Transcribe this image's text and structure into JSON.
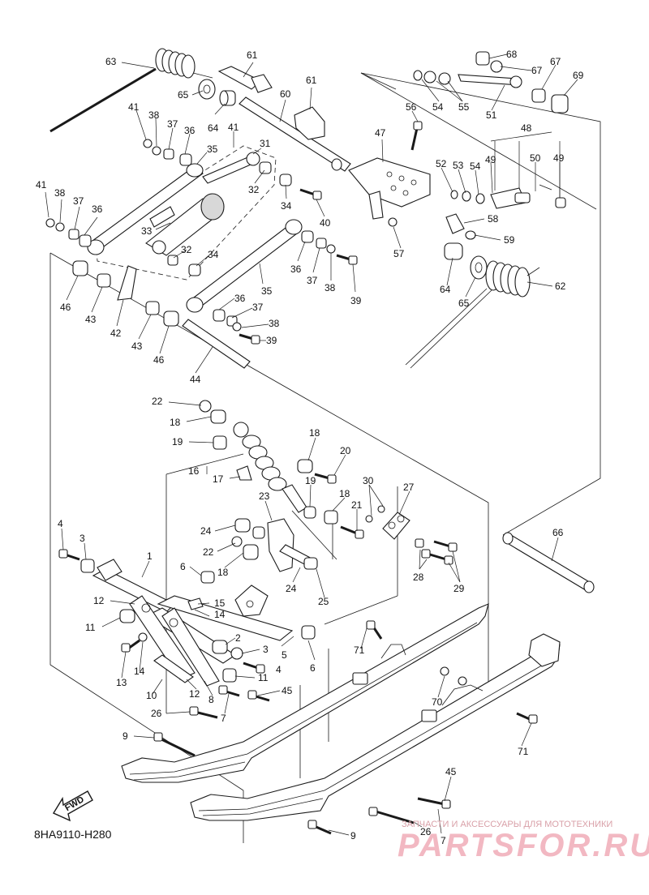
{
  "diagram_code": "8HA9110-H280",
  "fwd_label": "FWD",
  "watermark": {
    "tagline": "ЗАПЧАСТИ И АКСЕССУАРЫ ДЛЯ МОТОТЕХНИКИ",
    "logo": "PARTSFOR.RU"
  },
  "callouts": {
    "c63": "63",
    "c61a": "61",
    "c61b": "61",
    "c65a": "65",
    "c64a": "64",
    "c60": "60",
    "c41a": "41",
    "c38a": "38",
    "c37a": "37",
    "c36a": "36",
    "c35a": "35",
    "c41b": "41",
    "c31": "31",
    "c32a": "32",
    "c34a": "34",
    "c40": "40",
    "c41c": "41",
    "c38b": "38",
    "c37b": "37",
    "c36b": "36",
    "c33": "33",
    "c32b": "32",
    "c34b": "34",
    "c46a": "46",
    "c43a": "43",
    "c42": "42",
    "c43b": "43",
    "c46b": "46",
    "c44": "44",
    "c35b": "35",
    "c36c": "36",
    "c37c": "37",
    "c38c": "38",
    "c39a": "39",
    "c36d": "36",
    "c37d": "37",
    "c38d": "38",
    "c39b": "39",
    "c68": "68",
    "c67a": "67",
    "c67b": "67",
    "c69": "69",
    "c54a": "54",
    "c55": "55",
    "c51": "51",
    "c56": "56",
    "c47": "47",
    "c48": "48",
    "c52": "52",
    "c53": "53",
    "c54b": "54",
    "c49a": "49",
    "c50": "50",
    "c49b": "49",
    "c58": "58",
    "c59": "59",
    "c57": "57",
    "c64b": "64",
    "c65b": "65",
    "c62": "62",
    "c22a": "22",
    "c18a": "18",
    "c19a": "19",
    "c16": "16",
    "c17": "17",
    "c18b": "18",
    "c20": "20",
    "c19b": "19",
    "c18c": "18",
    "c21": "21",
    "c30": "30",
    "c27": "27",
    "c23": "23",
    "c24a": "24",
    "c22b": "22",
    "c18d": "18",
    "c24b": "24",
    "c25": "25",
    "c28": "28",
    "c29": "29",
    "c66": "66",
    "c4a": "4",
    "c3a": "3",
    "c1": "1",
    "c6a": "6",
    "c12a": "12",
    "c15": "15",
    "c14a": "14",
    "c11a": "11",
    "c2": "2",
    "c3b": "3",
    "c5": "5",
    "c4b": "4",
    "c11b": "11",
    "c6b": "6",
    "c13": "13",
    "c14b": "14",
    "c10": "10",
    "c12b": "12",
    "c8": "8",
    "c7a": "7",
    "c45a": "45",
    "c26a": "26",
    "c9a": "9",
    "c71a": "71",
    "c70": "70",
    "c71b": "71",
    "c45b": "45",
    "c26b": "26",
    "c7b": "7",
    "c9b": "9"
  }
}
